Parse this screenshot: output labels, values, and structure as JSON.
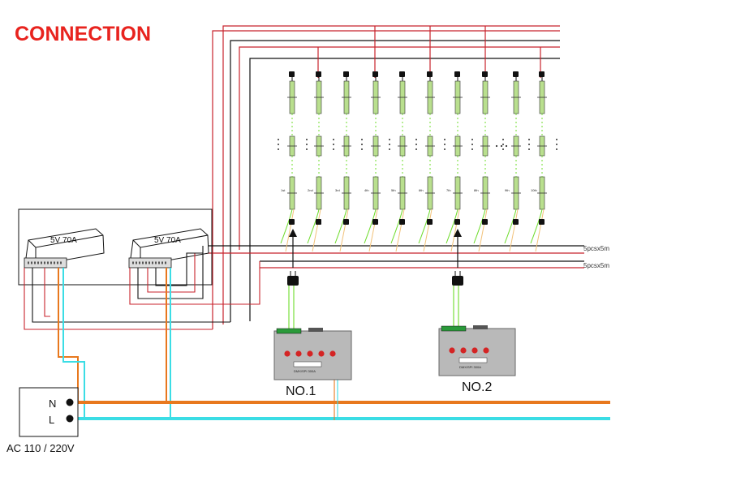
{
  "title": "CONNECTION",
  "power_supplies": [
    {
      "label": "5V 70A"
    },
    {
      "label": "5V 70A"
    }
  ],
  "controllers": [
    {
      "label": "NO.1",
      "model_text": "DMX/SPI 300A"
    },
    {
      "label": "NO.2",
      "model_text": "DMX/SPI 300A"
    }
  ],
  "strip_labels": [
    "5pcsx5m",
    "5pcsx5m"
  ],
  "strip_numbers": [
    "1st",
    "2nd",
    "3rd",
    "4th",
    "5th",
    "6th",
    "7th",
    "8th",
    "9th",
    "10th"
  ],
  "ac_terminals": {
    "n": "N",
    "l": "L"
  },
  "ac_label": "AC 110 / 220V",
  "colors": {
    "title": "#e8231e",
    "live_wire": "#3bdde5",
    "neutral_wire": "#e8781e",
    "power_red": "#c8232c",
    "ground_black": "#111111",
    "data_green": "#6ddc2a",
    "led_strip": "#b9df8e",
    "controller_body": "#b9b9b9"
  },
  "icons": [
    "led-strip-icon",
    "connector-icon",
    "power-supply-icon",
    "controller-icon",
    "arrow-up-icon"
  ]
}
